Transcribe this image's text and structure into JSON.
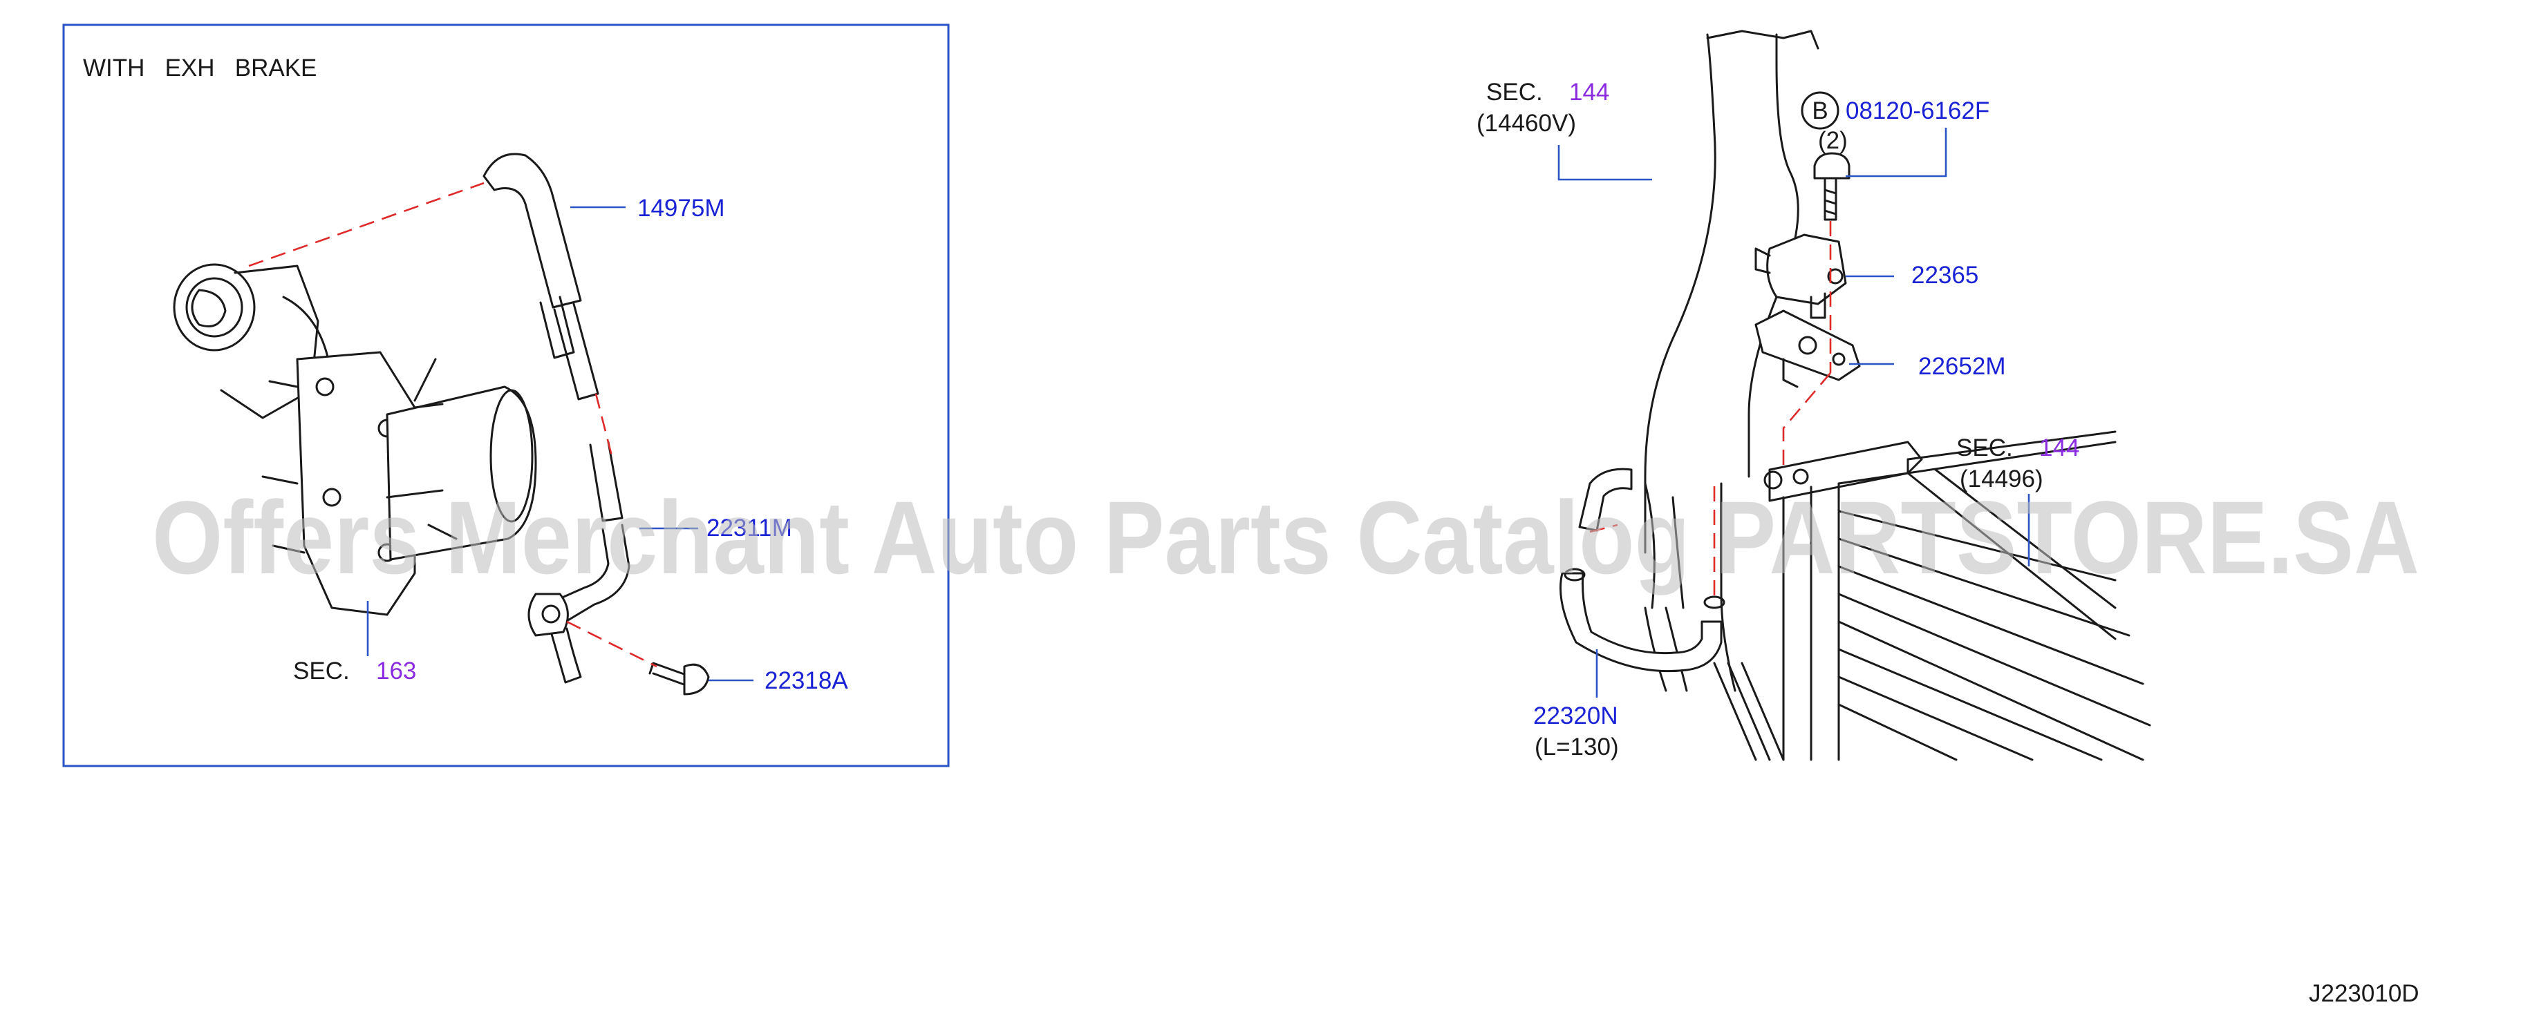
{
  "inset": {
    "title": "WITH   EXH   BRAKE",
    "parts": {
      "hose_top": "14975M",
      "hose_mid": "22311M",
      "bolt": "22318A"
    },
    "sec": {
      "prefix": "SEC.",
      "number": "163"
    }
  },
  "main": {
    "sec_left": {
      "prefix": "SEC.",
      "number": "144",
      "sub": "(14460V)"
    },
    "sec_right": {
      "prefix": "SEC.",
      "number": "144",
      "sub": "(14496)"
    },
    "bolt": {
      "circle_letter": "B",
      "number": "08120-6162F",
      "qty": "(2)"
    },
    "sensor": "22365",
    "bracket": "22652M",
    "hose": {
      "number": "22320N",
      "length": "(L=130)"
    }
  },
  "diagram_code": "J223010D",
  "watermark": "Offers Merchant Auto Parts Catalog PARTSTORE.SA",
  "colors": {
    "part_number": "#1a22d6",
    "section_number": "#8a2be2",
    "leader_line": "#2a55c8",
    "dashed_line": "#e02a2a",
    "inset_border": "#2a55c8"
  }
}
